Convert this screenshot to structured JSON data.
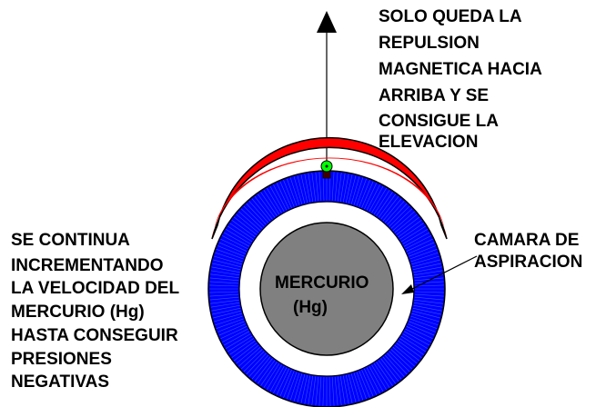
{
  "labels": {
    "top_right": [
      "SOLO QUEDA LA",
      "REPULSION",
      "MAGNETICA HACIA",
      "ARRIBA Y SE",
      "CONSIGUE LA",
      "ELEVACION"
    ],
    "left": [
      "SE  CONTINUA",
      "INCREMENTANDO",
      "LA VELOCIDAD DEL",
      "MERCURIO (Hg)",
      "HASTA CONSEGUIR",
      "PRESIONES",
      "NEGATIVAS"
    ],
    "right": [
      "CAMARA DE",
      "ASPIRACION"
    ],
    "center": [
      "MERCURIO",
      "(Hg)"
    ]
  },
  "colors": {
    "red_arc": "#ff0000",
    "blue_ring": "#0000ff",
    "core": "#808080",
    "marker": "#00ff00"
  }
}
